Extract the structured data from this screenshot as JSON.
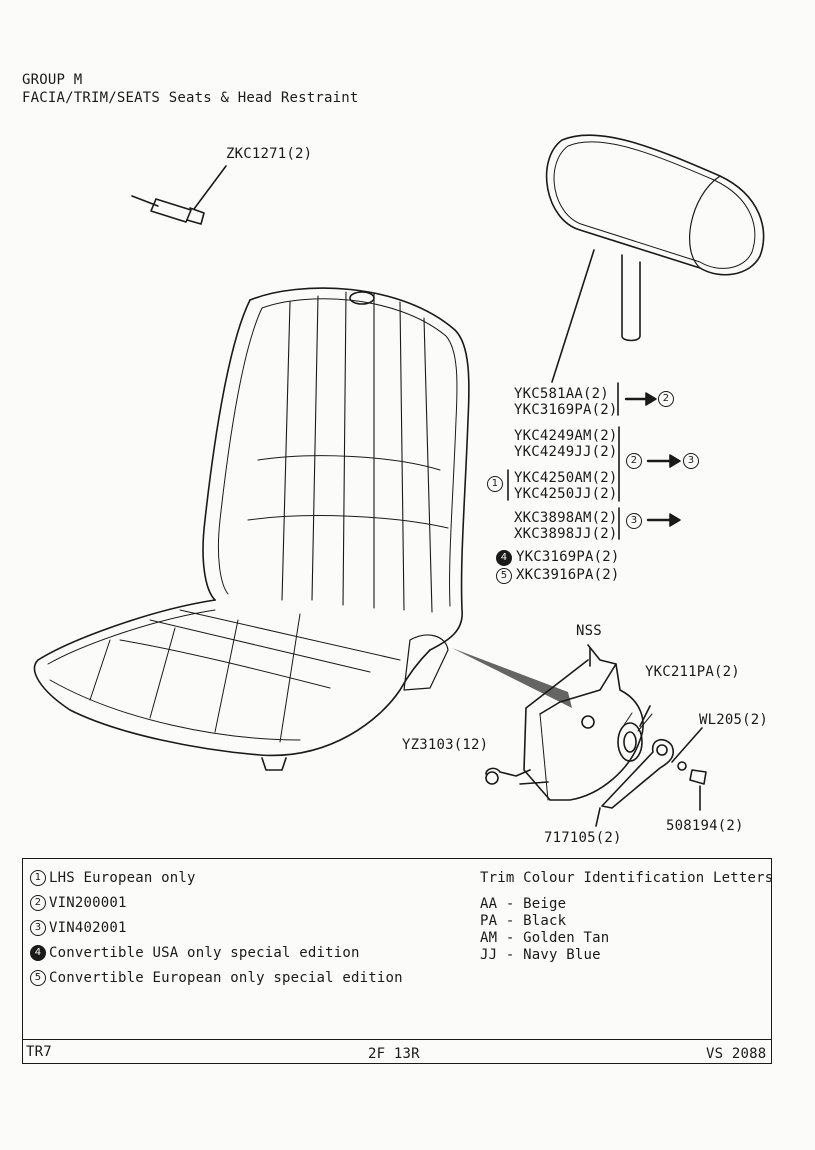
{
  "header": {
    "group": "GROUP M",
    "title": "FACIA/TRIM/SEATS Seats & Head Restraint"
  },
  "parts": {
    "bolt": "ZKC1271(2)",
    "headrest_a": "YKC581AA(2)",
    "headrest_b": "YKC3169PA(2)",
    "seat_a": "YKC4249AM(2)",
    "seat_b": "YKC4249JJ(2)",
    "seat_c": "YKC4250AM(2)",
    "seat_d": "YKC4250JJ(2)",
    "seat_e": "XKC3898AM(2)",
    "seat_f": "XKC3898JJ(2)",
    "seat_g": "YKC3169PA(2)",
    "seat_h": "XKC3916PA(2)",
    "nss": "NSS",
    "knob": "YKC211PA(2)",
    "washer": "WL205(2)",
    "screw": "YZ3103(12)",
    "lever": "717105(2)",
    "pin": "508194(2)"
  },
  "markers": {
    "m1": "1",
    "m2": "2",
    "m3": "3",
    "m4": "4",
    "m5": "5"
  },
  "notes": [
    "LHS European only",
    "VIN200001",
    "VIN402001",
    "Convertible USA only special edition",
    "Convertible European only special edition"
  ],
  "colours": {
    "title": "Trim Colour Identification Letters",
    "items": [
      "AA - Beige",
      "PA - Black",
      "AM - Golden Tan",
      "JJ - Navy Blue"
    ]
  },
  "footer": {
    "left": "TR7",
    "center": "2F 13R",
    "right": "VS 2088"
  }
}
